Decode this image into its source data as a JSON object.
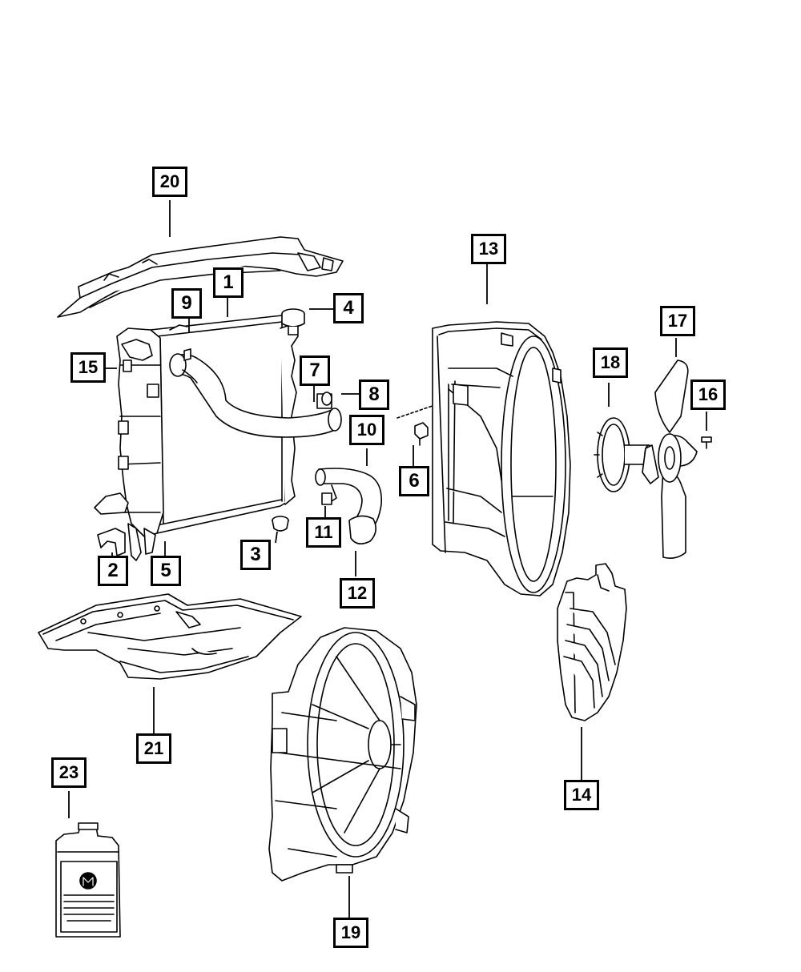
{
  "callouts": [
    "1",
    "2",
    "3",
    "4",
    "5",
    "6",
    "7",
    "8",
    "9",
    "10",
    "11",
    "12",
    "13",
    "14",
    "15",
    "16",
    "17",
    "18",
    "19",
    "20",
    "21",
    "23"
  ]
}
